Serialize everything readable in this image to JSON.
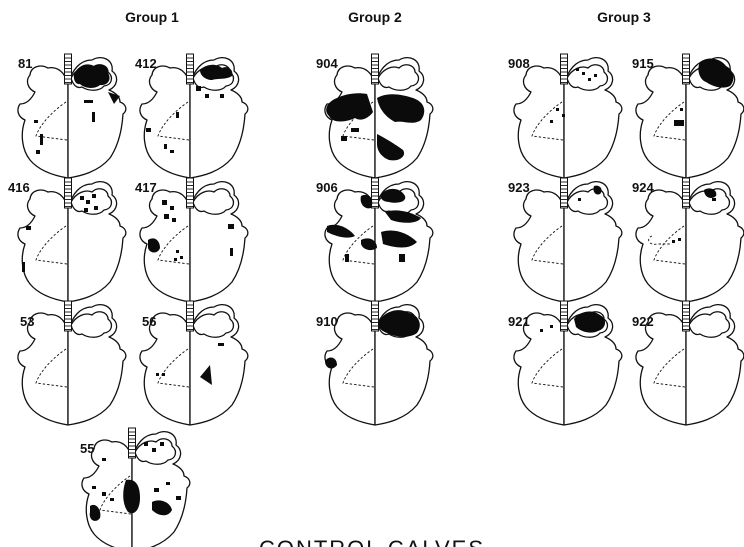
{
  "group_titles": [
    "Group 1",
    "Group 2",
    "Group 3"
  ],
  "caption": "CONTROL CALVES",
  "colors": {
    "ink": "#111111",
    "lesion": "#0b0b0b",
    "background": "#ffffff"
  },
  "calves": [
    {
      "id": "81",
      "group": "Group 1"
    },
    {
      "id": "412",
      "group": "Group 1"
    },
    {
      "id": "416",
      "group": "Group 1"
    },
    {
      "id": "417",
      "group": "Group 1"
    },
    {
      "id": "53",
      "group": "Group 1"
    },
    {
      "id": "56",
      "group": "Group 1"
    },
    {
      "id": "55",
      "group": "Group 1"
    },
    {
      "id": "904",
      "group": "Group 2"
    },
    {
      "id": "906",
      "group": "Group 2"
    },
    {
      "id": "910",
      "group": "Group 2"
    },
    {
      "id": "908",
      "group": "Group 3"
    },
    {
      "id": "915",
      "group": "Group 3"
    },
    {
      "id": "923",
      "group": "Group 3"
    },
    {
      "id": "924",
      "group": "Group 3"
    },
    {
      "id": "921",
      "group": "Group 3"
    },
    {
      "id": "922",
      "group": "Group 3"
    }
  ]
}
